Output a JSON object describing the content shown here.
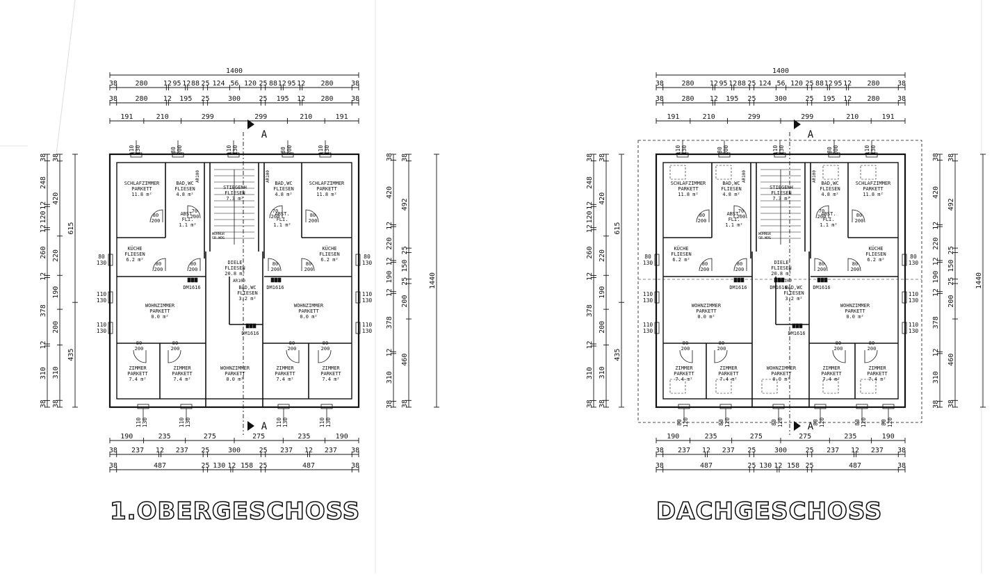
{
  "plans": [
    {
      "id": "og",
      "title": "1.OBERGESCHOSS",
      "roof_outline": false,
      "roof_gables": false,
      "windows_bottom": [
        "110\n130",
        "110\n130",
        "110\n130",
        "110\n130"
      ],
      "dm_labels": [
        "DM1616",
        "DM1616",
        "DM1616"
      ]
    },
    {
      "id": "dg",
      "title": "DACHGESCHOSS",
      "roof_outline": true,
      "roof_gables": true,
      "windows_bottom": [
        "80\n120",
        "80\n120",
        "80\n120",
        "80\n120",
        "80\n120",
        "80\n120"
      ],
      "dm_labels": [
        "DM1616",
        "DM1616",
        "DM1616",
        "DM1616"
      ]
    }
  ],
  "dims": {
    "top_total": "1400",
    "top_row2": [
      "38",
      "280",
      "12",
      "95",
      "12",
      "88",
      "25",
      "124",
      "56",
      "120",
      "25",
      "88",
      "12",
      "95",
      "12",
      "280",
      "38"
    ],
    "top_row3": [
      "38",
      "280",
      "12",
      "195",
      "25",
      "300",
      "25",
      "195",
      "12",
      "280",
      "38"
    ],
    "top_row4": [
      "191",
      "210",
      "299",
      "299",
      "210",
      "191"
    ],
    "bottom_row1": [
      "190",
      "235",
      "275",
      "275",
      "235",
      "190"
    ],
    "bottom_row2": [
      "38",
      "237",
      "12",
      "237",
      "25",
      "300",
      "25",
      "237",
      "12",
      "237",
      "38"
    ],
    "bottom_row3": [
      "38",
      "487",
      "25",
      "130",
      "12",
      "158",
      "25",
      "487",
      "38"
    ],
    "left_col1": [
      "38",
      "248",
      "12",
      "120",
      "12",
      "260",
      "12",
      "378",
      "12",
      "310",
      "38"
    ],
    "left_col2": [
      "38",
      "420",
      "220",
      "190",
      "200",
      "310",
      "38"
    ],
    "left_col3": [
      "615",
      "435"
    ],
    "right_col1": [
      "38",
      "420",
      "12",
      "220",
      "12",
      "190",
      "12",
      "378",
      "12",
      "310",
      "38"
    ],
    "right_col2": [
      "38",
      "492",
      "25",
      "150",
      "25",
      "200",
      "460",
      "38"
    ],
    "right_col3": [
      "1440"
    ]
  },
  "section_marker": "A",
  "side_windows": [
    "80\n130",
    "110\n130",
    "110\n130"
  ],
  "top_windows": [
    "110\n130",
    "80\n200",
    "110\n130",
    "80\n200",
    "110\n130"
  ],
  "rooms": [
    {
      "key": "schlaf_l",
      "name": "SCHLAFZIMMER",
      "floor": "PARKETT",
      "area": "11.8 m²"
    },
    {
      "key": "bad_l",
      "name": "BAD,WC",
      "floor": "FLIESEN",
      "area": "4.8 m²"
    },
    {
      "key": "stiege",
      "name": "STIEGENH",
      "floor": "FLIESEN",
      "area": "7.3 m²"
    },
    {
      "key": "bad_r",
      "name": "BAD,WC",
      "floor": "FLIESEN",
      "area": "4.8 m²"
    },
    {
      "key": "schlaf_r",
      "name": "SCHLAFZIMMER",
      "floor": "PARKETT",
      "area": "11.8 m²"
    },
    {
      "key": "abst_l",
      "name": "ABST.",
      "floor": "FLI.",
      "area": "1.1 m²"
    },
    {
      "key": "abst_r",
      "name": "ABST.",
      "floor": "FLI.",
      "area": "1.1 m²"
    },
    {
      "key": "kueche_l",
      "name": "KÜCHE",
      "floor": "FLIESEN",
      "area": "6.2 m²"
    },
    {
      "key": "diele",
      "name": "DIELE",
      "floor": "FLIESEN",
      "area": "20.8 m²"
    },
    {
      "key": "kueche_r",
      "name": "KÜCHE",
      "floor": "FLIESEN",
      "area": "6.2 m²"
    },
    {
      "key": "wohn_l",
      "name": "WOHNZIMMER",
      "floor": "PARKETT",
      "area": "0.0 m²"
    },
    {
      "key": "bad_c",
      "name": "BAD,WC",
      "floor": "FLIESEN",
      "area": "3.2 m²"
    },
    {
      "key": "wohn_r",
      "name": "WOHNZIMMER",
      "floor": "PARKETT",
      "area": "0.0 m²"
    },
    {
      "key": "zimmer_1",
      "name": "ZIMMER",
      "floor": "PARKETT",
      "area": "7.4 m²"
    },
    {
      "key": "zimmer_2",
      "name": "ZIMMER",
      "floor": "PARKETT",
      "area": "7.4 m²"
    },
    {
      "key": "wohn_c",
      "name": "WOHNZIMMER",
      "floor": "PARKETT",
      "area": "0.0 m²"
    },
    {
      "key": "zimmer_3",
      "name": "ZIMMER",
      "floor": "PARKETT",
      "area": "7.4 m²"
    },
    {
      "key": "zimmer_4",
      "name": "ZIMMER",
      "floor": "PARKETT",
      "area": "7.4 m²"
    }
  ],
  "door_labels": [
    "80\n200",
    "70\n200",
    "70\n200",
    "80\n200",
    "80\n200",
    "80\n200",
    "80\n200",
    "80\n200",
    "80\n200",
    "80\n200",
    "80\n200",
    "80\n200"
  ],
  "misc_labels": [
    "AR100",
    "AR100",
    "AR100",
    "WOHNGR\nGR.WOG"
  ]
}
